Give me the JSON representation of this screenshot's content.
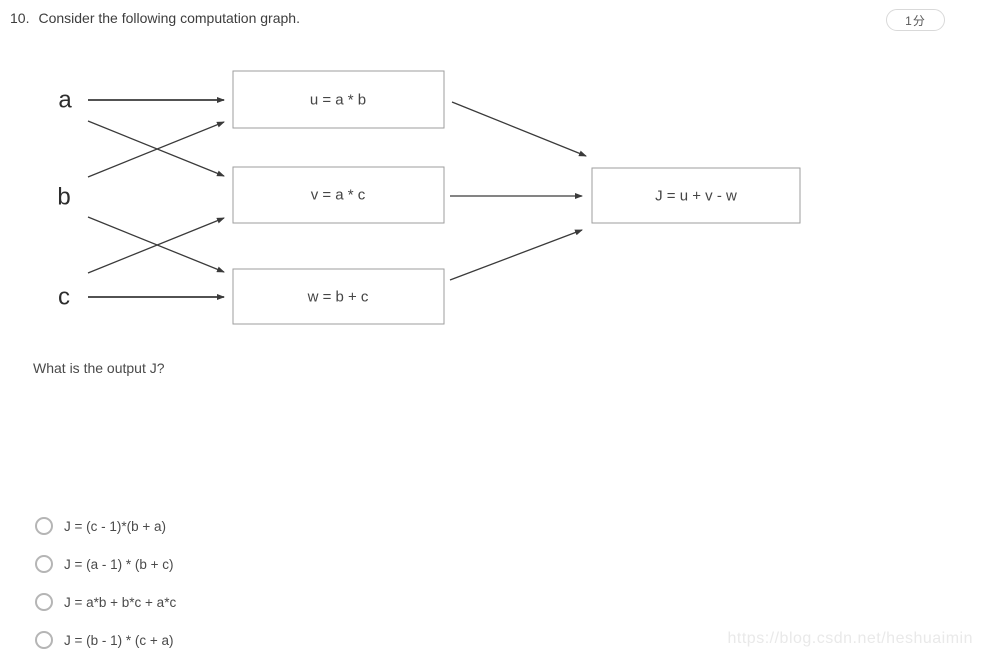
{
  "question": {
    "number": "10.",
    "text": "Consider the following computation graph.",
    "points": "1分",
    "prompt": "What is the output J?"
  },
  "diagram": {
    "type": "computation-graph",
    "inputs": [
      "a",
      "b",
      "c"
    ],
    "nodes": [
      {
        "id": "u",
        "label": "u = a * b"
      },
      {
        "id": "v",
        "label": "v = a * c"
      },
      {
        "id": "w",
        "label": "w = b + c"
      },
      {
        "id": "J",
        "label": "J = u + v - w"
      }
    ],
    "edges": [
      "a→u",
      "a→v",
      "b→u",
      "b→w",
      "c→v",
      "c→w",
      "u→J",
      "v→J",
      "w→J"
    ]
  },
  "options": [
    {
      "label": "J = (c - 1)*(b + a)",
      "selected": false
    },
    {
      "label": "J = (a - 1) * (b + c)",
      "selected": false
    },
    {
      "label": "J = a*b + b*c + a*c",
      "selected": false
    },
    {
      "label": "J = (b - 1) * (c + a)",
      "selected": false
    }
  ],
  "watermark": "https://blog.csdn.net/heshuaimin",
  "colors": {
    "text_primary": "#3d3d3d",
    "text_secondary": "#4a4a4a",
    "box_border": "#9e9e9e",
    "arrow": "#3a3a3a",
    "badge_border": "#d9d9d9",
    "badge_text": "#595959",
    "radio_border": "#b5b5b5",
    "watermark": "#e9e9e9"
  }
}
